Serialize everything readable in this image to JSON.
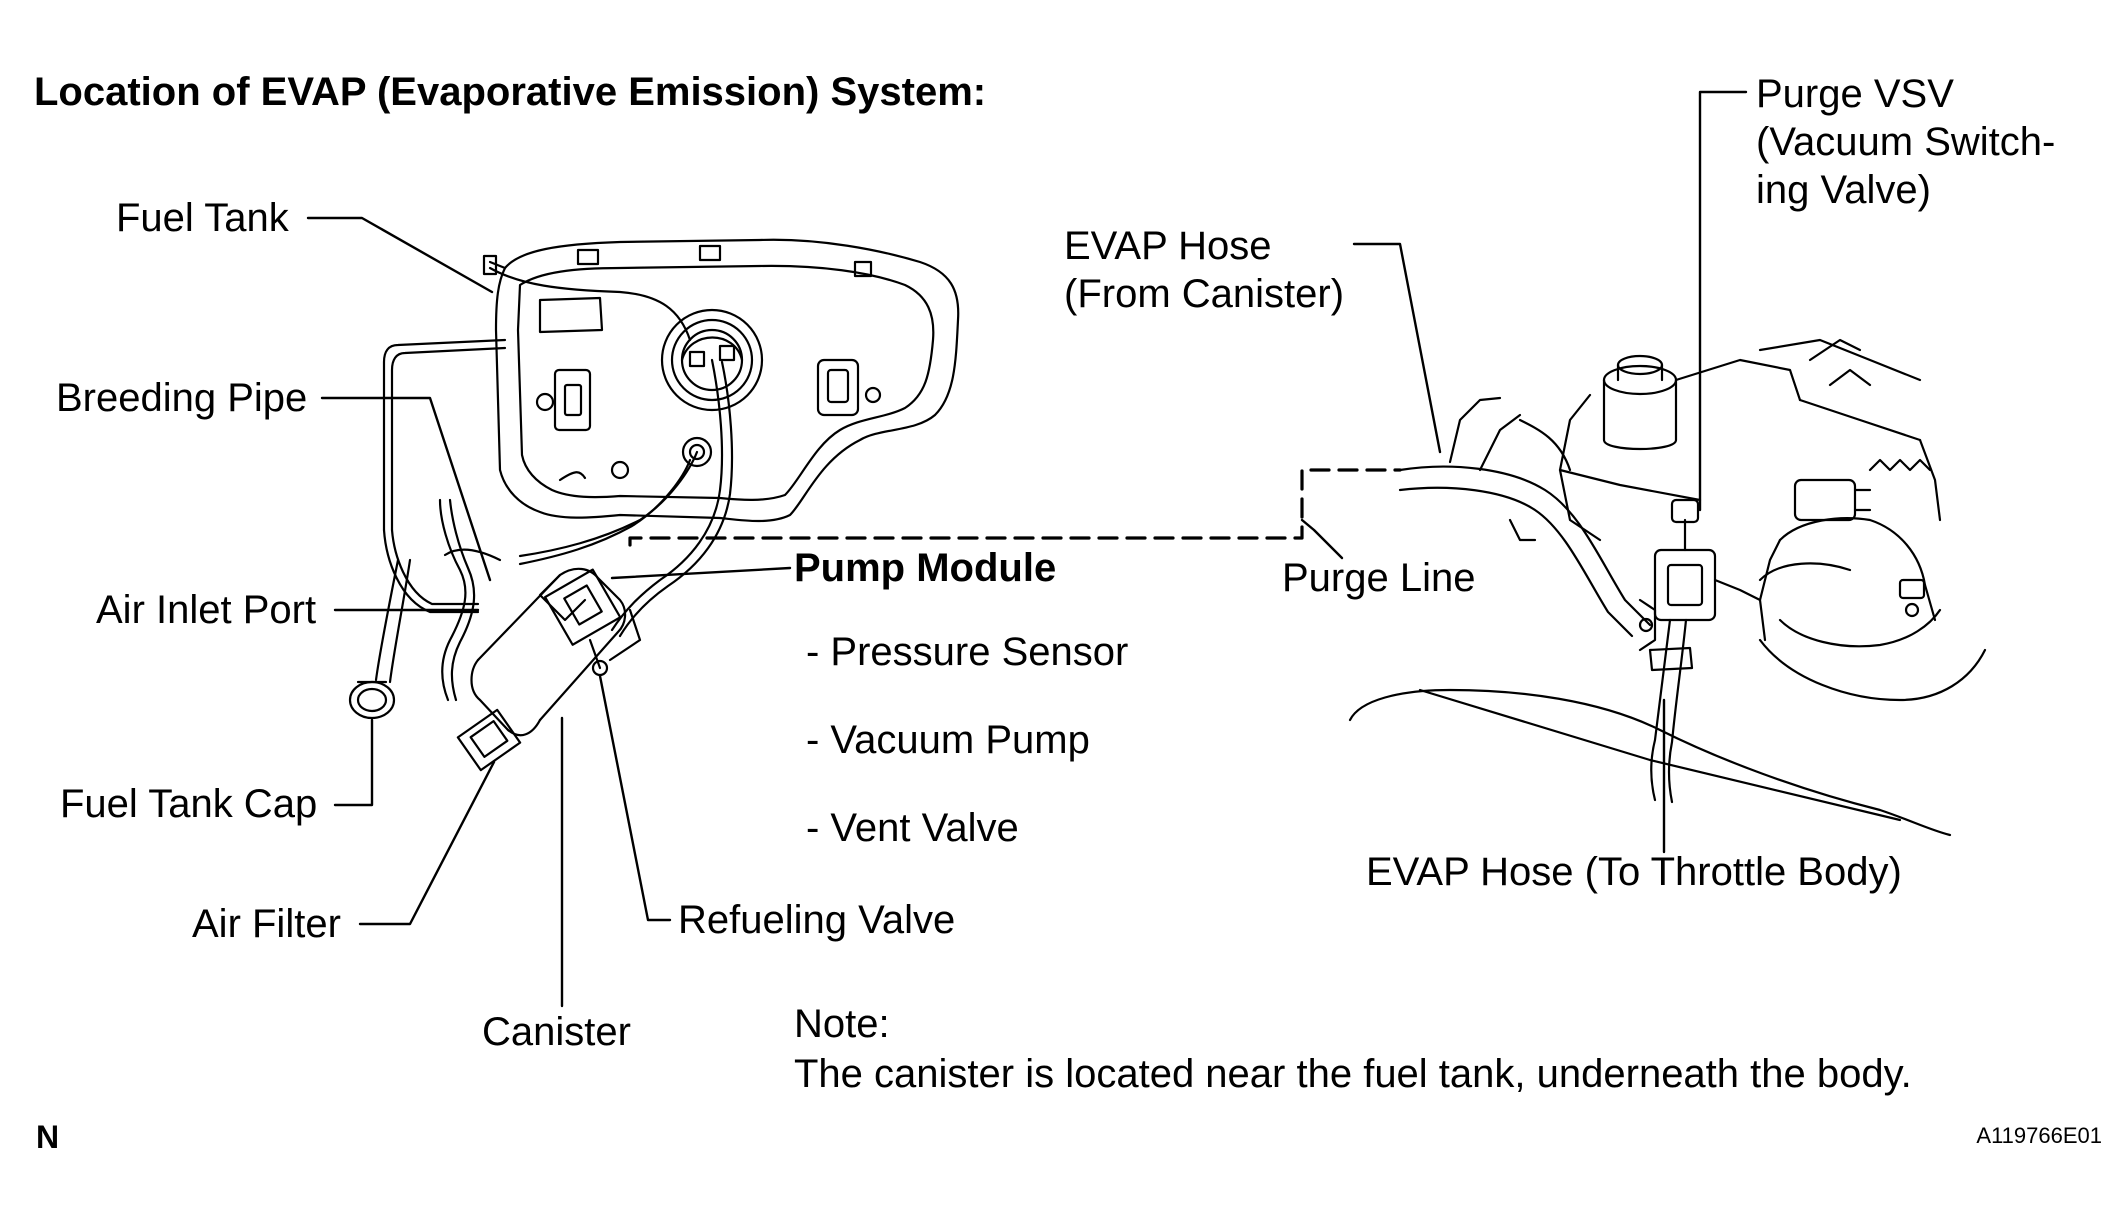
{
  "title": "Location of EVAP (Evaporative Emission) System:",
  "labels": {
    "fuel_tank": "Fuel Tank",
    "breeding_pipe": "Breeding Pipe",
    "air_inlet_port": "Air Inlet Port",
    "fuel_tank_cap": "Fuel Tank Cap",
    "air_filter": "Air Filter",
    "canister": "Canister",
    "refueling_valve": "Refueling Valve",
    "pump_module": "Pump Module",
    "pump_items": [
      "- Pressure Sensor",
      "- Vacuum Pump",
      "- Vent Valve"
    ],
    "purge_line": "Purge Line",
    "evap_hose_from": [
      "EVAP Hose",
      "(From Canister)"
    ],
    "purge_vsv": [
      "Purge VSV",
      "(Vacuum Switch-",
      "ing Valve)"
    ],
    "evap_hose_to": "EVAP Hose (To Throttle Body)"
  },
  "note": {
    "heading": "Note:",
    "text": "The canister is located near the fuel tank, underneath the body."
  },
  "corner_mark": "N",
  "figure_id": "A119766E01"
}
